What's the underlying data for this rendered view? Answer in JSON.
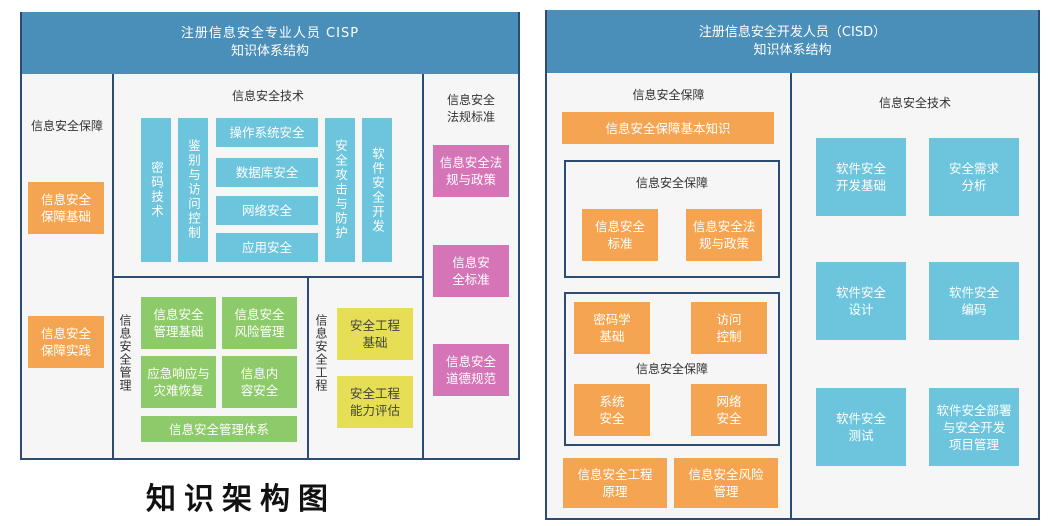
{
  "left": {
    "header_line1": "注册信息安全专业人员 CISP",
    "header_line2": "知识体系结构",
    "col1": {
      "title": "信息安全保障",
      "box1": "信息安全\n保障基础",
      "box2": "信息安全\n保障实践"
    },
    "tech": {
      "title": "信息安全技术",
      "crypto": "密码技术",
      "auth": "鉴别与访问控制",
      "os": "操作系统安全",
      "db": "数据库安全",
      "net": "网络安全",
      "app": "应用安全",
      "attack": "安全攻击与防护",
      "dev": "软件安全开发"
    },
    "mgmt": {
      "title": "信息安全管理",
      "b1": "信息安全\n管理基础",
      "b2": "信息安全\n风险管理",
      "b3": "应急响应与\n灾难恢复",
      "b4": "信息内\n容安全",
      "b5": "信息安全管理体系"
    },
    "eng": {
      "title": "信息安全工程",
      "b1": "安全工程\n基础",
      "b2": "安全工程\n能力评估"
    },
    "law": {
      "title": "信息安全\n法规标准",
      "b1": "信息安全法\n规与政策",
      "b2": "信息安\n全标准",
      "b3": "信息安全\n道德规范"
    }
  },
  "bottom_title": "知识架构图",
  "right": {
    "header_line1": "注册信息安全开发人员（CISD）",
    "header_line2": "知识体系结构",
    "assure": {
      "title": "信息安全保障",
      "basic": "信息安全保障基本知识",
      "inner1_title": "信息安全保障",
      "inner1_b1": "信息安全\n标准",
      "inner1_b2": "信息安全法\n规与政策",
      "inner2_b1": "密码学\n基础",
      "inner2_b2": "访问\n控制",
      "inner2_title": "信息安全保障",
      "inner2_b3": "系统\n安全",
      "inner2_b4": "网络\n安全",
      "bottom1": "信息安全工程\n原理",
      "bottom2": "信息安全风险\n管理"
    },
    "tech": {
      "title": "信息安全技术",
      "b1": "软件安全\n开发基础",
      "b2": "安全需求\n分析",
      "b3": "软件安全\n设计",
      "b4": "软件安全\n编码",
      "b5": "软件安全\n测试",
      "b6": "软件安全部署\n与安全开发\n项目管理"
    }
  },
  "colors": {
    "header": "#4a8fb9",
    "border": "#2e4b72",
    "orange": "#f5a552",
    "teal": "#6cc5dd",
    "green": "#8dcb6a",
    "yellow": "#e6de55",
    "pink": "#d574b6"
  }
}
